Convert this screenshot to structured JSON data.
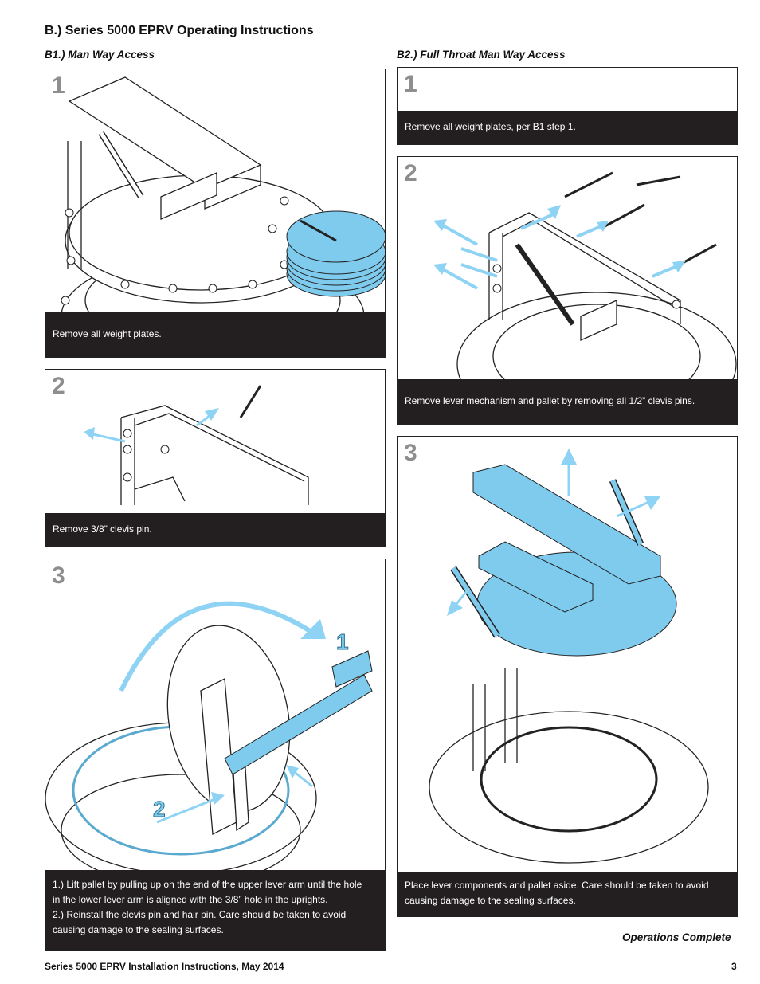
{
  "header": {
    "title": "B.) Series 5000 EPRV Operating Instructions"
  },
  "b1": {
    "heading": "B1.) Man Way Access",
    "steps": [
      {
        "num": "1",
        "caption": "Remove all weight plates."
      },
      {
        "num": "2",
        "caption": "Remove 3/8” clevis pin."
      },
      {
        "num": "3",
        "caption_lines": [
          "1.) Lift pallet by pulling up on the end of the upper lever arm until the hole",
          "in the lower lever arm is aligned with the 3/8” hole in the uprights.",
          "2.) Reinstall the clevis pin and hair pin. Care should be taken to avoid",
          "causing damage to the sealing surfaces."
        ],
        "callouts": [
          "1",
          "2"
        ]
      }
    ]
  },
  "b2": {
    "heading": "B2.) Full Throat Man Way Access",
    "steps": [
      {
        "num": "1",
        "caption": "Remove all weight plates, per B1 step 1."
      },
      {
        "num": "2",
        "caption": "Remove lever mechanism and pallet by removing all 1/2” clevis pins."
      },
      {
        "num": "3",
        "caption": "Place lever components and pallet aside. Care should be taken to avoid causing damage to the sealing surfaces."
      }
    ],
    "complete": "Operations Complete"
  },
  "footer": {
    "left": "Series 5000 EPRV Installation Instructions, May 2014",
    "page": "3"
  },
  "colors": {
    "highlight": "#7fcbee",
    "arrow": "#8fd3f4",
    "caption_bg": "#231f20"
  }
}
